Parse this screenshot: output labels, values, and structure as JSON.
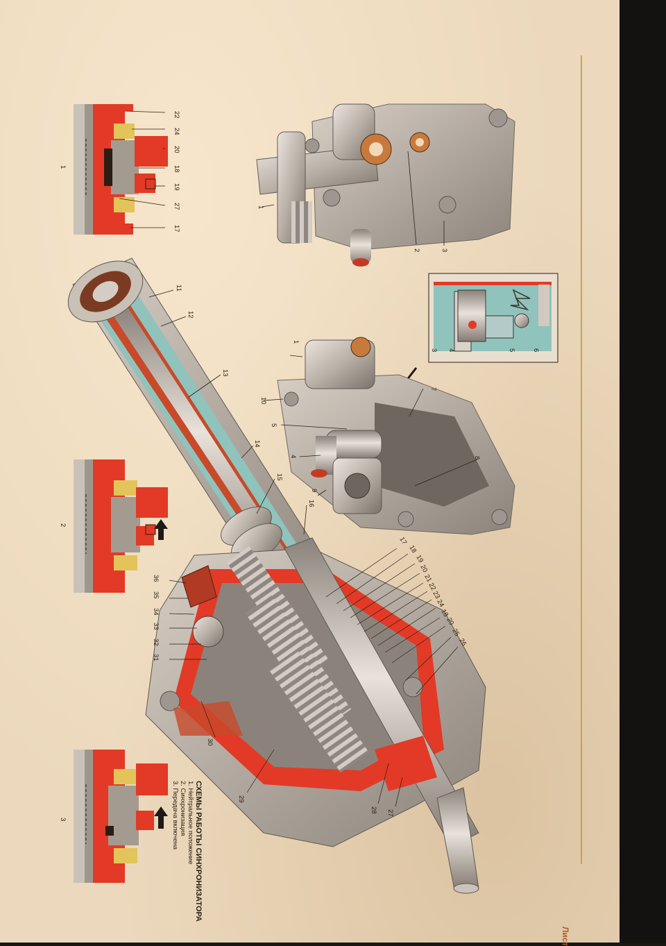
{
  "legend": {
    "title": "СХЕМЫ РАБОТЫ СИНХРОНИЗАТОРА",
    "items": [
      "1. Нейтральное положение",
      "2. Синхронизация",
      "3. Передача включена"
    ]
  },
  "sheet_label": "Лист",
  "schemes": [
    "1",
    "2",
    "3"
  ],
  "scheme1_callouts": [
    "22",
    "24",
    "20",
    "18",
    "19",
    "27",
    "17"
  ],
  "top_mechanism_callouts": [
    "1",
    "2",
    "3"
  ],
  "detail_callouts": [
    "3",
    "4",
    "5",
    "6"
  ],
  "mid_mechanism_callouts": [
    "1",
    "10",
    "5",
    "4",
    "7",
    "8",
    "9"
  ],
  "shaft_callouts": [
    "11",
    "12",
    "13",
    "14",
    "15",
    "16"
  ],
  "gearbox_right_callouts": [
    "17",
    "18",
    "19",
    "20",
    "21",
    "22",
    "23",
    "24",
    "18",
    "20",
    "25",
    "26"
  ],
  "gearbox_left_callouts": [
    "36",
    "35",
    "34",
    "33",
    "32",
    "31",
    "30",
    "29",
    "28",
    "27"
  ],
  "colors": {
    "paper": "#ecd9bd",
    "red": "#e23a26",
    "cyan": "#8fc3bc",
    "yellow": "#e2c45a",
    "steel": "#bfb6ad"
  }
}
